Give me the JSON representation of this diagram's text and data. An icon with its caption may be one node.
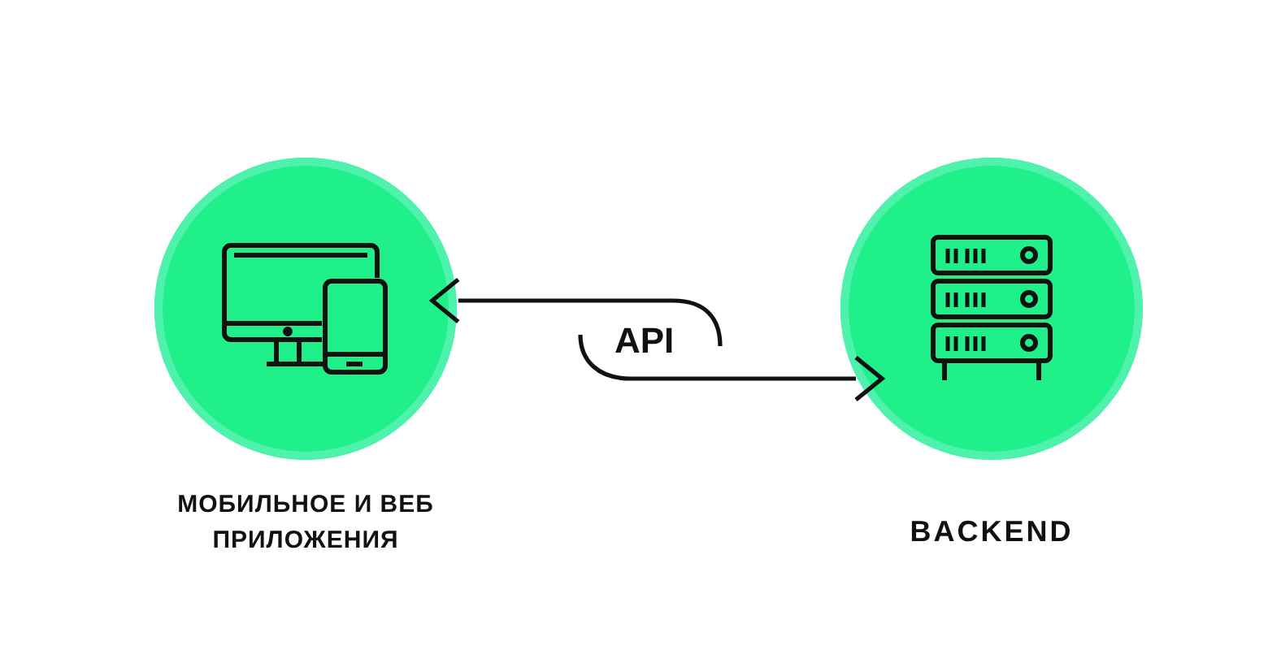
{
  "diagram": {
    "nodes": [
      {
        "text": [
          "МОБИЛЬНОЕ И ВЕБ ПРИЛОЖЕНИЯ"
        ]
      },
      {
        "text": [
          "BACKEND"
        ]
      }
    ],
    "edges": [
      {
        "from": null,
        "to": 0,
        "arrow": "to"
      },
      {
        "from": null,
        "to": 1,
        "arrow": "to"
      }
    ],
    "labels": [
      "API"
    ]
  }
}
